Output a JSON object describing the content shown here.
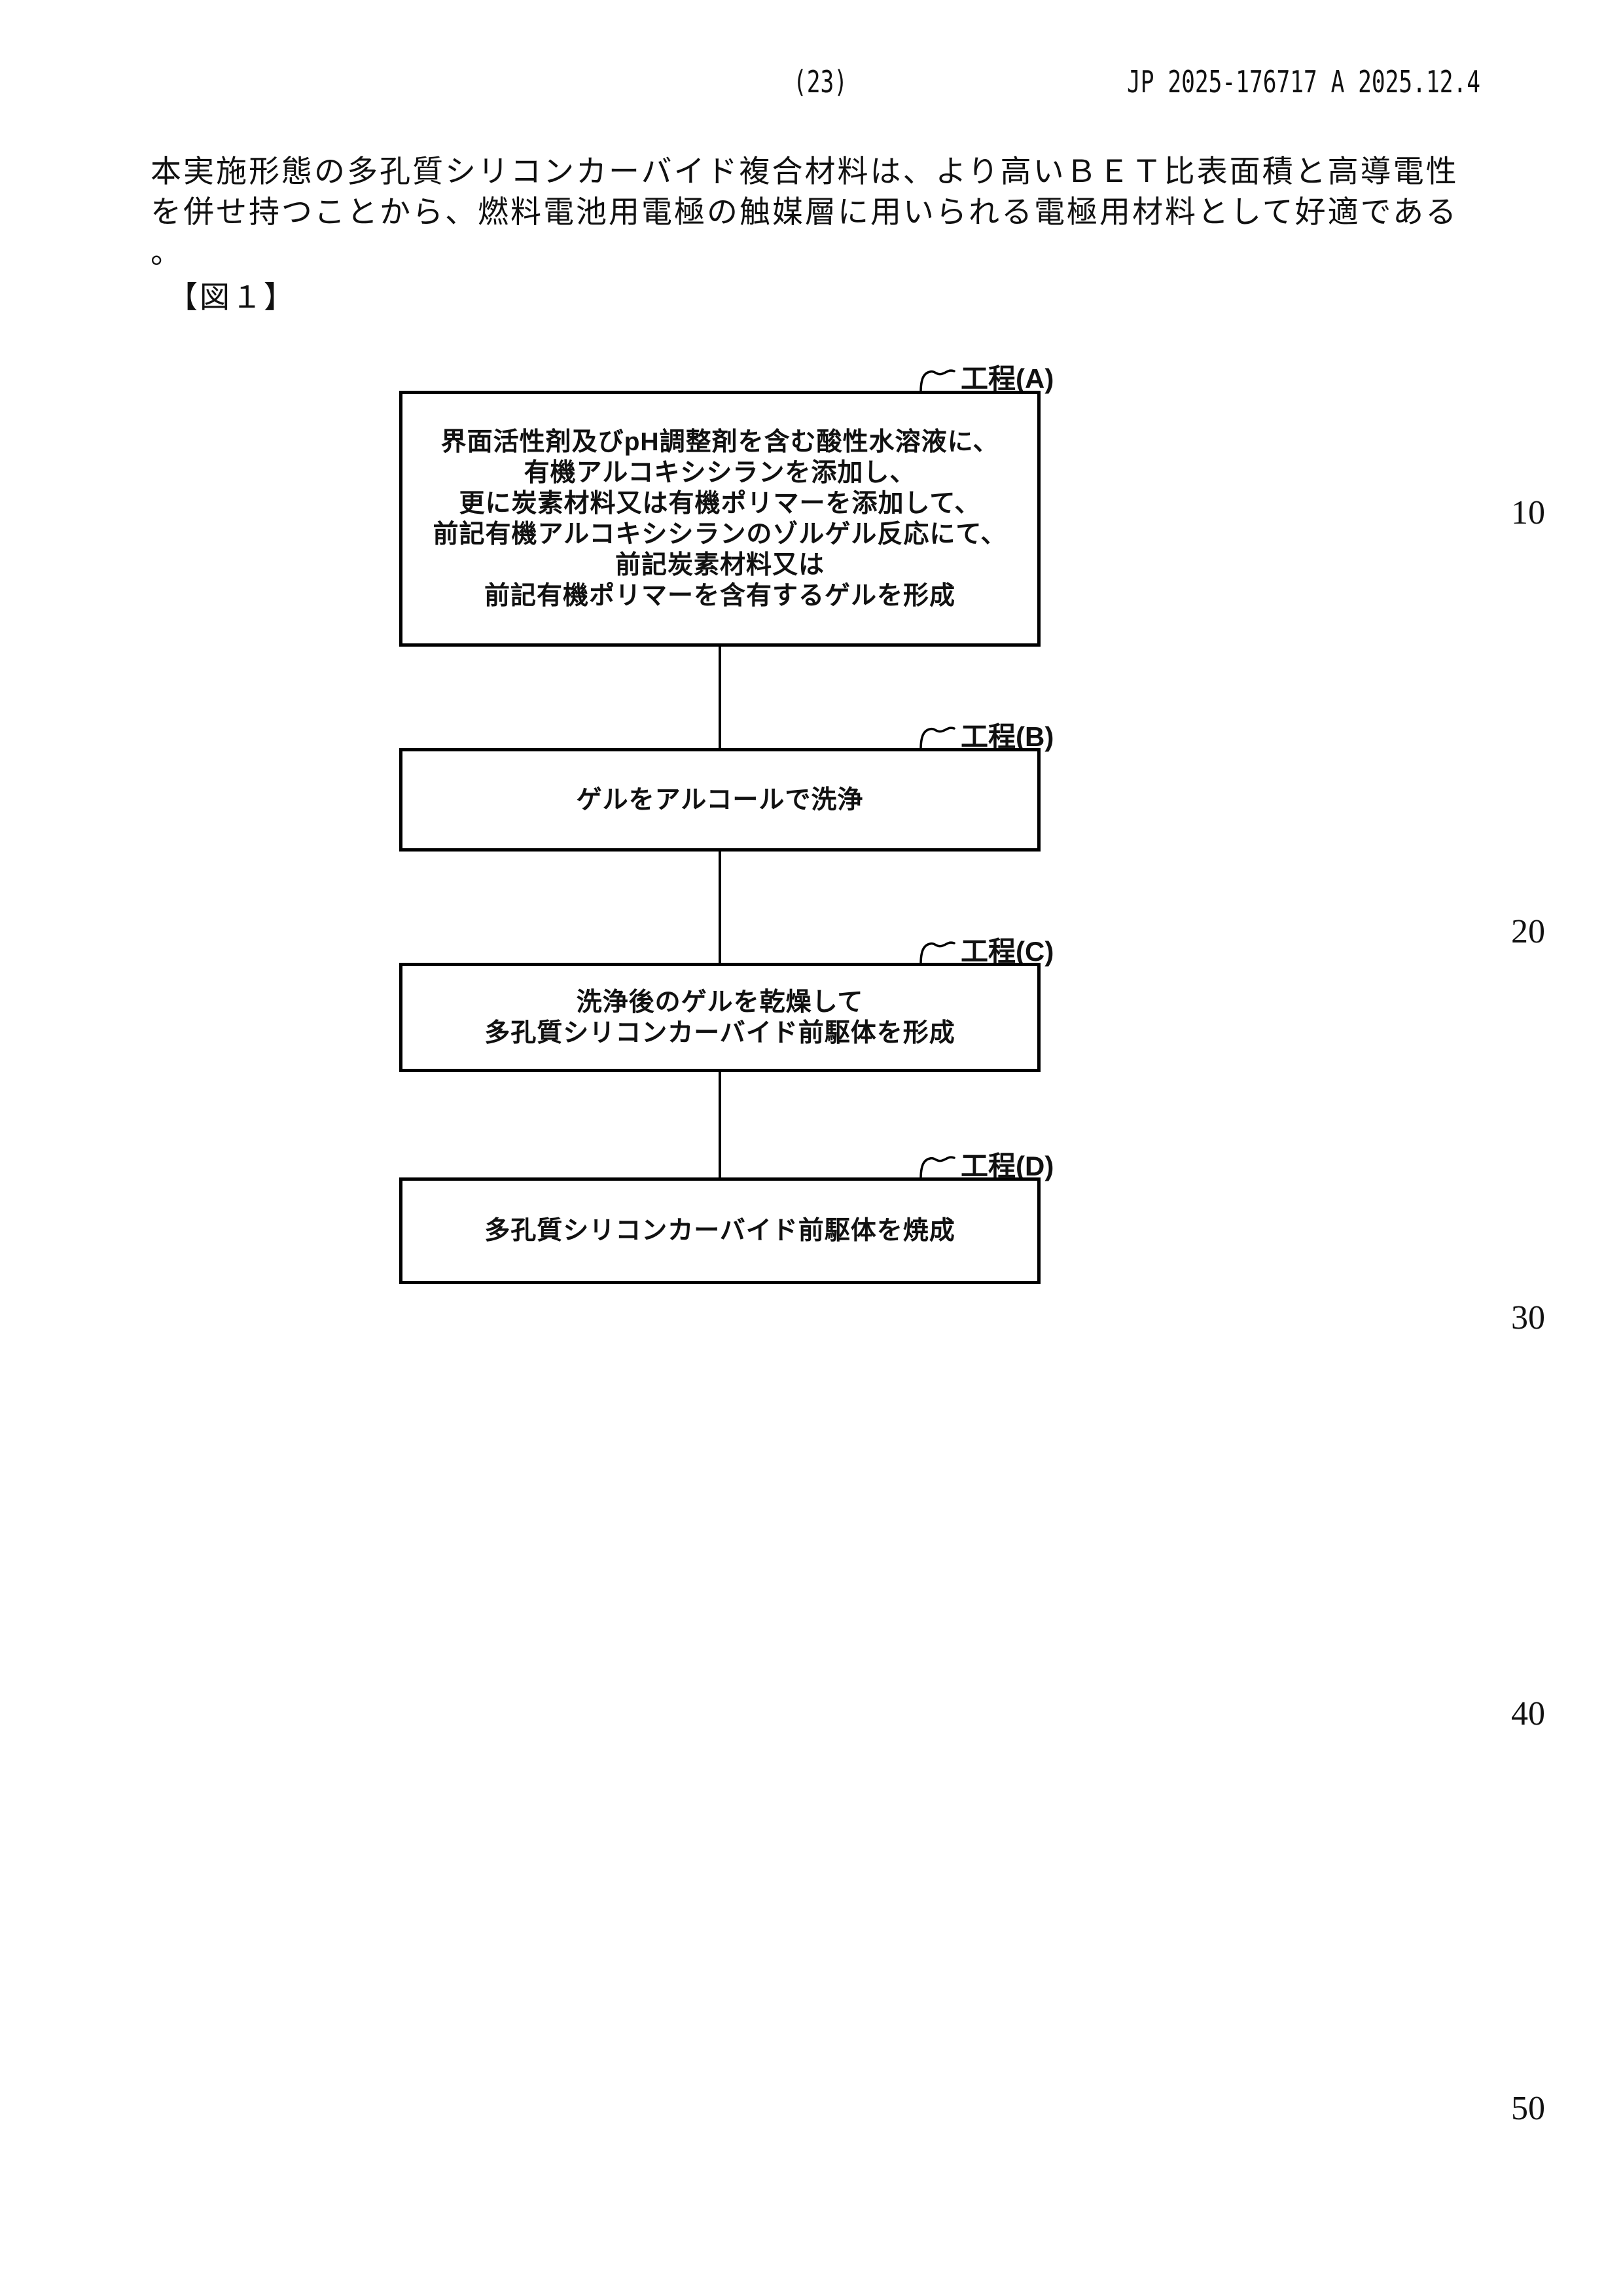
{
  "page": {
    "header": {
      "page_number": "(23)",
      "publication": "JP  2025-176717  A  2025.12.4"
    },
    "margin_line_numbers": [
      "10",
      "20",
      "30",
      "40",
      "50"
    ]
  },
  "body": {
    "paragraph_lines": [
      "本実施形態の多孔質シリコンカーバイド複合材料は、より高いＢＥＴ比表面積と高導電性",
      "を併せ持つことから、燃料電池用電極の触媒層に用いられる電極用材料として好適である",
      "。"
    ],
    "figure_label": "【図１】"
  },
  "flowchart": {
    "steps": [
      {
        "label": "工程(A)",
        "lines": [
          "界面活性剤及びpH調整剤を含む酸性水溶液に、",
          "有機アルコキシシランを添加し、",
          "更に炭素材料又は有機ポリマーを添加して、",
          "前記有機アルコキシシランのゾルゲル反応にて、",
          "前記炭素材料又は",
          "前記有機ポリマーを含有するゲルを形成"
        ]
      },
      {
        "label": "工程(B)",
        "lines": [
          "ゲルをアルコールで洗浄"
        ]
      },
      {
        "label": "工程(C)",
        "lines": [
          "洗浄後のゲルを乾燥して",
          "多孔質シリコンカーバイド前駆体を形成"
        ]
      },
      {
        "label": "工程(D)",
        "lines": [
          "多孔質シリコンカーバイド前駆体を焼成"
        ]
      }
    ]
  }
}
